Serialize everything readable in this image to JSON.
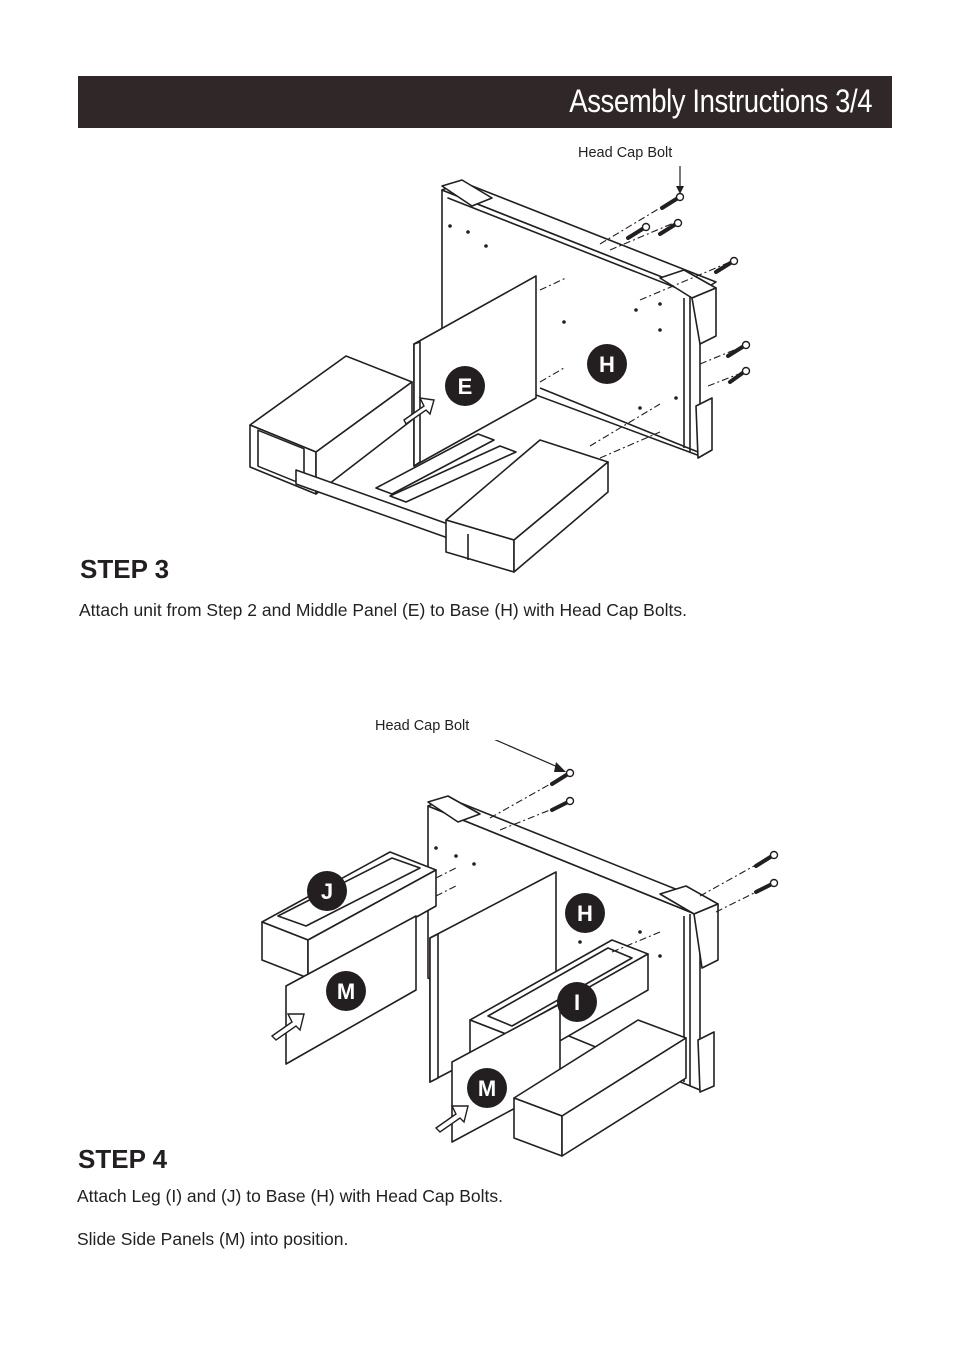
{
  "header": {
    "title": "Assembly Instructions 3/4"
  },
  "step3": {
    "callout": "Head Cap Bolt",
    "title": "STEP 3",
    "lines": [
      "Attach unit from Step 2 and Middle Panel (E) to Base (H) with Head Cap Bolts."
    ],
    "part_labels": [
      "E",
      "H"
    ]
  },
  "step4": {
    "callout": "Head Cap Bolt",
    "title": "STEP 4",
    "lines": [
      "Attach Leg (I) and (J) to Base (H) with Head Cap Bolts.",
      "Slide Side Panels (M) into position."
    ],
    "part_labels": [
      "J",
      "H",
      "M",
      "I",
      "M"
    ]
  },
  "colors": {
    "header_bg": "#2f2728",
    "ink": "#231f20",
    "badge": "#231f20"
  }
}
